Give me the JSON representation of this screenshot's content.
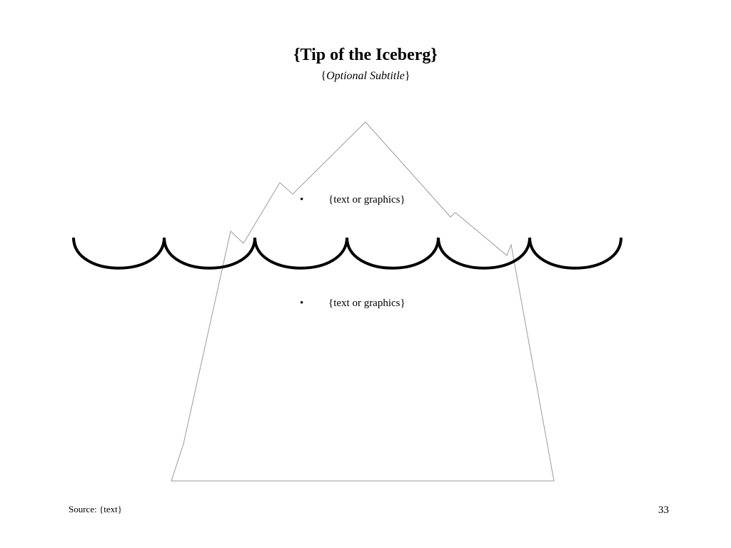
{
  "slide": {
    "title": "{Tip of the Iceberg}",
    "subtitle_open": "{",
    "subtitle_text": "Optional Subtitle",
    "subtitle_close": "}",
    "bullet_symbol": "•",
    "above_water_text": "{text or graphics}",
    "below_water_text": "{text or graphics}",
    "source": "Source: {text}",
    "page_number": "33"
  },
  "colors": {
    "iceberg_outline": "#9a9a9a",
    "waves": "#000000",
    "text": "#000000",
    "background": "#ffffff"
  }
}
